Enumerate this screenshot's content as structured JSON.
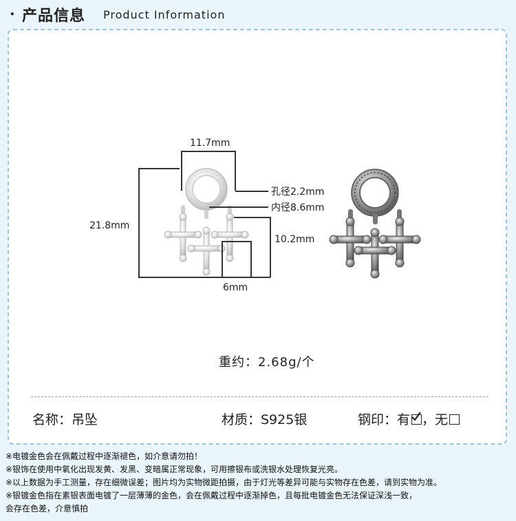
{
  "header": {
    "bullet": "·",
    "title_cn": "产品信息",
    "title_en": "Product Information"
  },
  "dimensions": {
    "width": "11.7mm",
    "hole": "孔径2.2mm",
    "inner": "内径8.6mm",
    "height": "21.8mm",
    "pendant_height": "10.2mm",
    "pendant_width": "6mm"
  },
  "weight": "重约：2.68g/个",
  "specs": {
    "name": "名称：吊坠",
    "material": "材质：S925银",
    "stamp_prefix": "钢印：有",
    "stamp_sep": "，无"
  },
  "notes": [
    "※电镀金色会在佩戴过程中逐渐褪色，如介意请勿拍！",
    "※银饰在使用中氧化出现发黄、发黑、变暗属正常现象，可用擦银布或洗银水处理恢复光亮。",
    "※以上数据为手工测量，存在细微误差；图片均为实物微距拍摄，由于灯光等差异可能与实物存在色差，请到实物为准。",
    "※银镀金色指在素银表面电镀了一层薄薄的金色，会在佩戴过程中逐渐掉色，且每批电镀金色无法保证深浅一致，",
    "会存在色差，介意慎拍"
  ],
  "colors": {
    "background": "#eaf4fb",
    "card_border": "#9ec3db",
    "silver": "#d8d8d8",
    "oxidized": "#6e6e6e"
  }
}
